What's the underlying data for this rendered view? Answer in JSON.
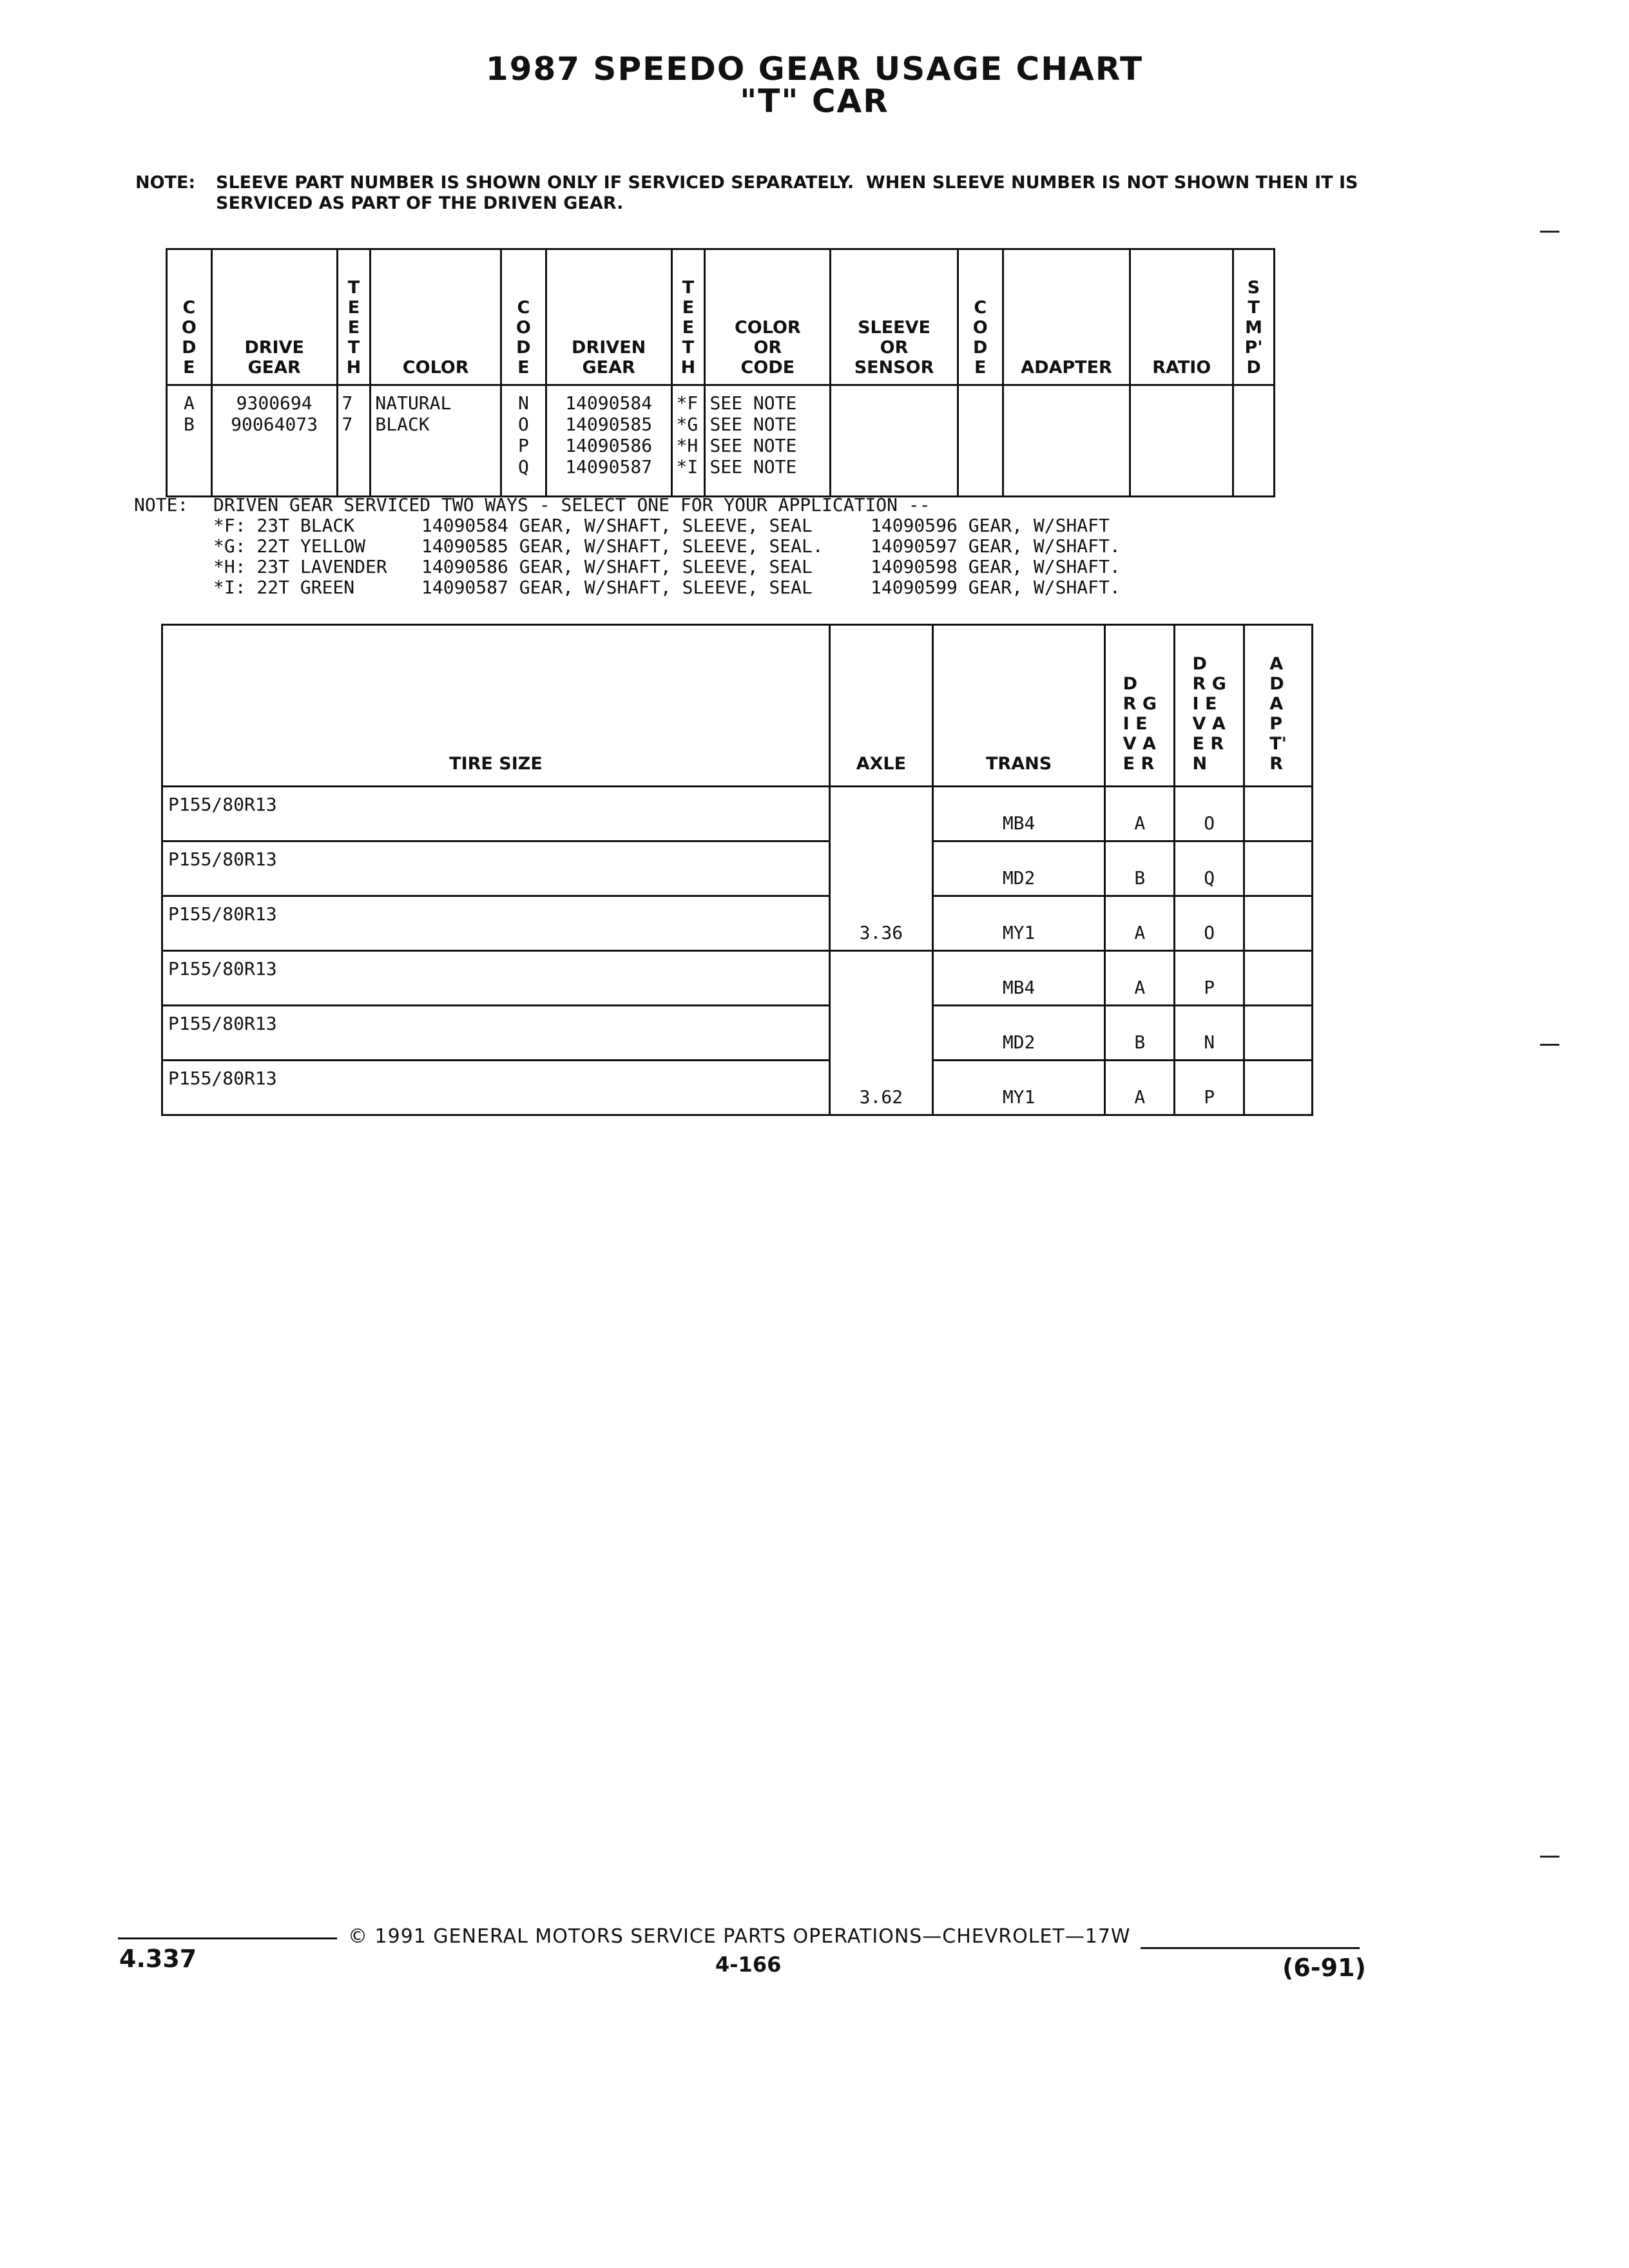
{
  "header": {
    "title": "1987 SPEEDO GEAR USAGE CHART",
    "subtitle": "\"T\" CAR"
  },
  "note1": {
    "label": "NOTE:",
    "text": "SLEEVE PART NUMBER IS SHOWN ONLY IF SERVICED SEPARATELY.  WHEN SLEEVE NUMBER IS NOT SHOWN THEN IT IS\nSERVICED AS PART OF THE DRIVEN GEAR."
  },
  "gear_table": {
    "headers": {
      "code1": "C\nO\nD\nE",
      "drive_gear": "DRIVE\nGEAR",
      "teeth1": "T\nE\nE\nT\nH",
      "color": "COLOR",
      "code2": "C\nO\nD\nE",
      "driven_gear": "DRIVEN\nGEAR",
      "teeth2": "T\nE\nE\nT\nH",
      "color_or_code": "COLOR\nOR\nCODE",
      "sleeve_or_sensor": "SLEEVE\nOR\nSENSOR",
      "code3": "C\nO\nD\nE",
      "adapter": "ADAPTER",
      "ratio": "RATIO",
      "stmpd": "S\nT\nM\nP'\nD"
    },
    "drive_codes": [
      "A",
      "B"
    ],
    "drive_gears": [
      "9300694",
      "90064073"
    ],
    "drive_teeth": [
      "7",
      "7"
    ],
    "drive_colors": [
      "NATURAL",
      "BLACK"
    ],
    "driven_codes": [
      "N",
      "O",
      "P",
      "Q"
    ],
    "driven_gears": [
      "14090584",
      "14090585",
      "14090586",
      "14090587"
    ],
    "driven_teeth": [
      "*F",
      "*G",
      "*H",
      "*I"
    ],
    "driven_color_codes": [
      "SEE NOTE",
      "SEE NOTE",
      "SEE NOTE",
      "SEE NOTE"
    ]
  },
  "note2": {
    "label": "NOTE:",
    "heading": "DRIVEN GEAR SERVICED TWO WAYS - SELECT ONE FOR YOUR APPLICATION --",
    "rows": [
      {
        "key": "*F: 23T BLACK",
        "opt1": "14090584 GEAR, W/SHAFT, SLEEVE, SEAL",
        "opt2": "14090596 GEAR, W/SHAFT"
      },
      {
        "key": "*G: 22T YELLOW",
        "opt1": "14090585 GEAR, W/SHAFT, SLEEVE, SEAL.",
        "opt2": "14090597 GEAR, W/SHAFT."
      },
      {
        "key": "*H: 23T LAVENDER",
        "opt1": "14090586 GEAR, W/SHAFT, SLEEVE, SEAL",
        "opt2": "14090598 GEAR, W/SHAFT."
      },
      {
        "key": "*I: 22T GREEN",
        "opt1": "14090587 GEAR, W/SHAFT, SLEEVE, SEAL",
        "opt2": "14090599 GEAR, W/SHAFT."
      }
    ]
  },
  "tire_table": {
    "headers": {
      "tire_size": "TIRE SIZE",
      "axle": "AXLE",
      "trans": "TRANS",
      "drive_gear": "D\nR G\nI E\nV A\nE R",
      "driven_gear": "D\nR G\nI E\nV A\nE R\nN",
      "adapter": "A\nD\nA\nP\nT'\nR"
    },
    "rows": [
      {
        "tire": "P155/80R13",
        "trans": "MB4",
        "drive": "A",
        "driven": "O",
        "adapter": ""
      },
      {
        "tire": "P155/80R13",
        "trans": "MD2",
        "drive": "B",
        "driven": "Q",
        "adapter": ""
      },
      {
        "tire": "P155/80R13",
        "trans": "MY1",
        "drive": "A",
        "driven": "O",
        "adapter": ""
      },
      {
        "tire": "P155/80R13",
        "trans": "MB4",
        "drive": "A",
        "driven": "P",
        "adapter": ""
      },
      {
        "tire": "P155/80R13",
        "trans": "MD2",
        "drive": "B",
        "driven": "N",
        "adapter": ""
      },
      {
        "tire": "P155/80R13",
        "trans": "MY1",
        "drive": "A",
        "driven": "P",
        "adapter": ""
      }
    ],
    "axles": [
      "3.36",
      "3.62"
    ]
  },
  "footer": {
    "copyright": "© 1991 GENERAL MOTORS SERVICE PARTS OPERATIONS—CHEVROLET—17W",
    "page_left": "4.337",
    "page_center": "4-166",
    "page_right": "(6-91)"
  }
}
